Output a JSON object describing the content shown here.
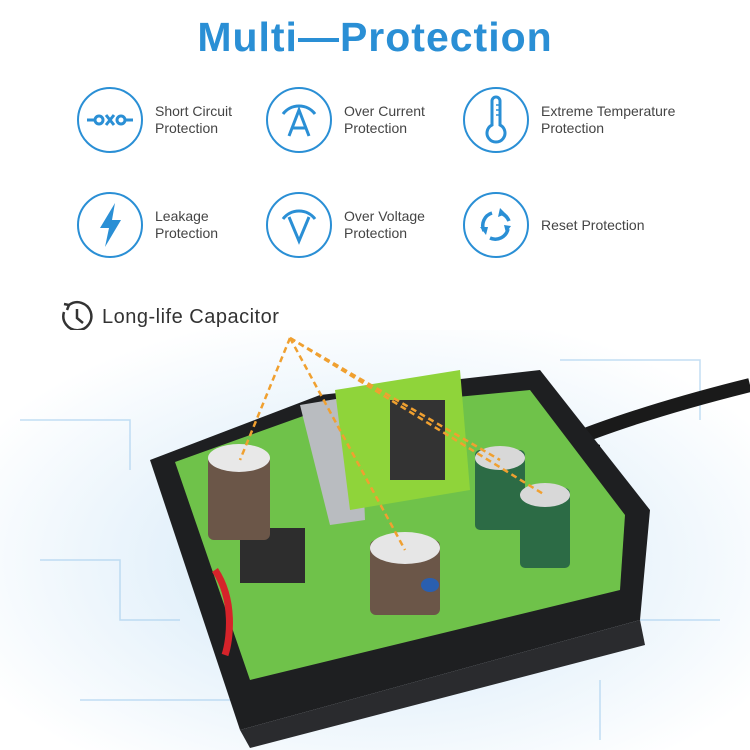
{
  "title": "Multi—Protection",
  "features": [
    {
      "icon": "short-circuit-icon",
      "line1": "Short Circuit",
      "line2": "Protection"
    },
    {
      "icon": "ammeter-icon",
      "line1": "Over Current",
      "line2": "Protection"
    },
    {
      "icon": "thermometer-icon",
      "line1": "Extreme Temperature",
      "line2": "Protection"
    },
    {
      "icon": "lightning-icon",
      "line1": "Leakage",
      "line2": "Protection"
    },
    {
      "icon": "voltmeter-icon",
      "line1": "Over Voltage",
      "line2": "Protection"
    },
    {
      "icon": "reset-arrows-icon",
      "line1": "Reset Protection",
      "line2": ""
    }
  ],
  "capacitor": {
    "icon": "clock-icon",
    "label": "Long-life Capacitor"
  },
  "colors": {
    "accent": "#2a8fd5",
    "pcb": "#6fc24a",
    "highlight": "#f0a030",
    "case": "#1e1f21"
  }
}
